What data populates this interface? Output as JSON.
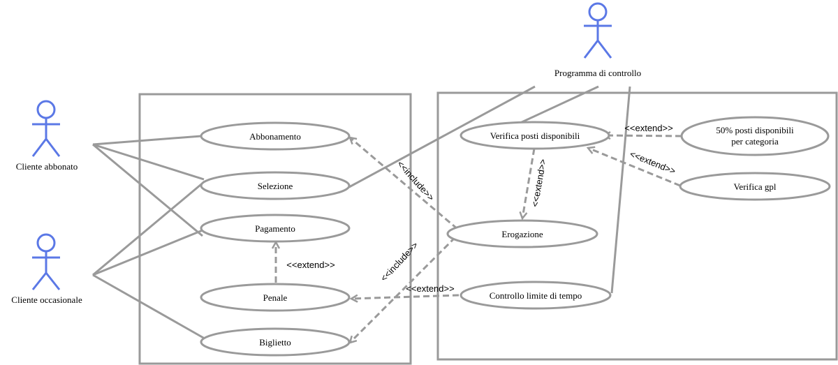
{
  "actors": {
    "abbonato": "Cliente abbonato",
    "occasionale": "Cliente occasionale",
    "programma": "Programma di controllo"
  },
  "use_cases": {
    "abbonamento": "Abbonamento",
    "selezione": "Selezione",
    "pagamento": "Pagamento",
    "penale": "Penale",
    "biglietto": "Biglietto",
    "verifica_posti": "Verifica posti disponibili",
    "erogazione": "Erogazione",
    "controllo_limite": "Controllo limite di tempo",
    "posti_categoria_line1": "50% posti disponibili",
    "posti_categoria_line2": "per categoria",
    "verifica_gpl": "Verifica gpl"
  },
  "relations": {
    "extend": "<<extend>>",
    "include": "<<include>>"
  },
  "colors": {
    "actor": "#5b78e6",
    "lines": "#9a9a9a"
  }
}
